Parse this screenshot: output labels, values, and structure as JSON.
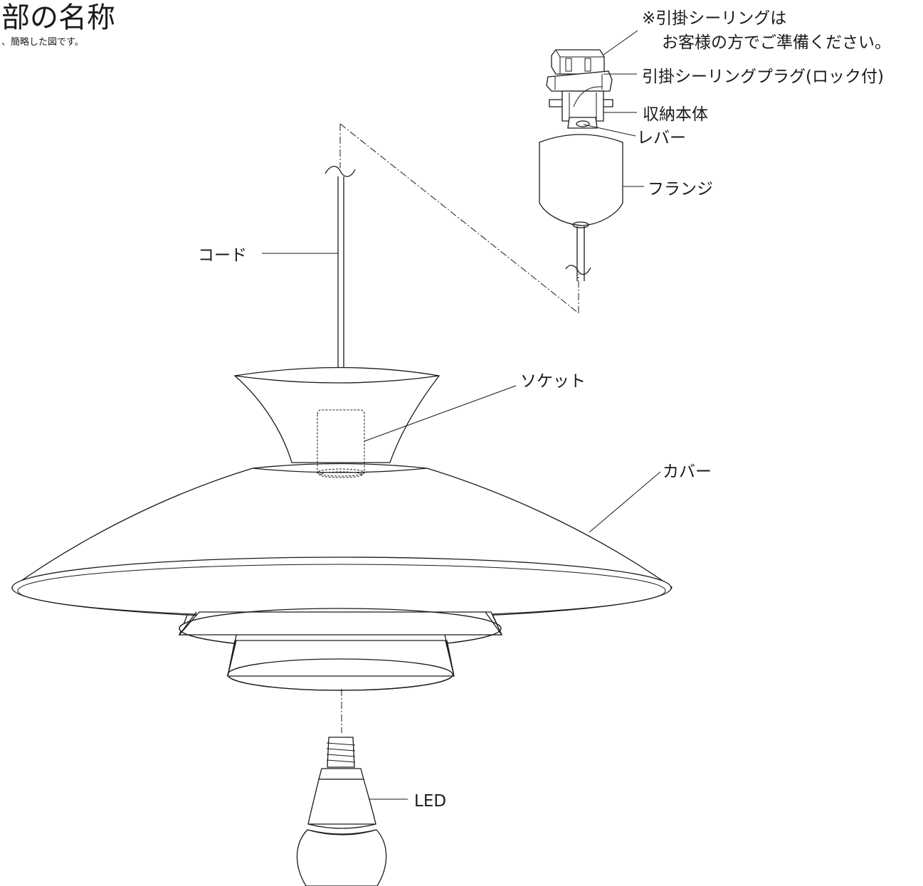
{
  "header": {
    "title": "部の名称",
    "subtitle": "、簡略した図です。"
  },
  "labels": {
    "ceiling_note_line1": "※引掛シーリングは",
    "ceiling_note_line2": "お客様の方でご準備ください。",
    "plug": "引掛シーリングプラグ(ロック付)",
    "body": "収納本体",
    "lever": "レバー",
    "flange": "フランジ",
    "cord": "コード",
    "socket": "ソケット",
    "cover": "カバー",
    "led": "LED"
  },
  "colors": {
    "line": "#1a1a1a",
    "background": "#ffffff"
  }
}
